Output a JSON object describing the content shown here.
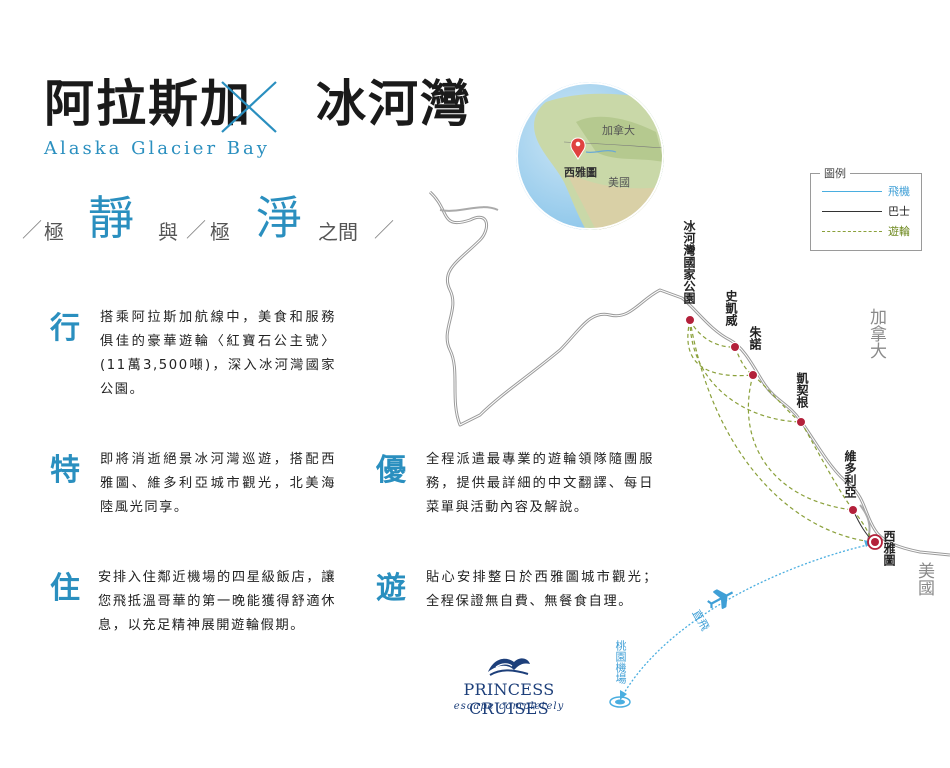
{
  "header": {
    "title_left": "阿拉斯加",
    "title_right": "冰河灣",
    "subtitle_en": "Alaska  Glacier Bay",
    "slogan": {
      "ji1": "極",
      "jing_quiet": "靜",
      "yu": "與",
      "ji2": "極",
      "jing_pure": "淨",
      "zhijian": "之間"
    }
  },
  "features": [
    {
      "char": "行",
      "text": "搭乘阿拉斯加航線中，美食和服務俱佳的豪華遊輪〈紅寶石公主號〉(11萬3,500噸)，深入冰河灣國家公園。"
    },
    {
      "char": "特",
      "text": "即將消逝絕景冰河灣巡遊，搭配西雅圖、維多利亞城市觀光，北美海陸風光同享。"
    },
    {
      "char": "住",
      "text": "安排入住鄰近機場的四星級飯店，讓您飛抵溫哥華的第一晚能獲得舒適休息，以充足精神展開遊輪假期。"
    },
    {
      "char": "優",
      "text": "全程派遣最專業的遊輪領隊隨團服務，提供最詳細的中文翻譯、每日菜單與活動內容及解說。"
    },
    {
      "char": "遊",
      "text": "貼心安排整日於西雅圖城市觀光；全程保證無自費、無餐食自理。"
    }
  ],
  "globe": {
    "canada": "加拿大",
    "usa": "美國",
    "seattle": "西雅圖"
  },
  "legend": {
    "title": "圖例",
    "items": [
      {
        "label": "飛機",
        "color": "#4aaee0",
        "style": "solid"
      },
      {
        "label": "巴士",
        "color": "#333333",
        "style": "solid"
      },
      {
        "label": "遊輪",
        "color": "#8aa03a",
        "style": "dashed"
      }
    ]
  },
  "map": {
    "places": {
      "glacier_bay": "冰河灣國家公園",
      "skagway": "史凱威",
      "juneau": "朱諾",
      "ketchikan": "凱契根",
      "victoria": "維多利亞",
      "seattle": "西雅圖",
      "taoyuan": "桃園機場"
    },
    "flight_label": "直飛",
    "canada": "加拿大",
    "usa": "美國"
  },
  "logo": {
    "name": "PRINCESS CRUISES",
    "tagline": "escape completely"
  },
  "colors": {
    "accent": "#2a8fbf",
    "cruise": "#8aa03a",
    "flight": "#4aaee0",
    "port": "#b3203a",
    "logo": "#1d3f7a"
  }
}
